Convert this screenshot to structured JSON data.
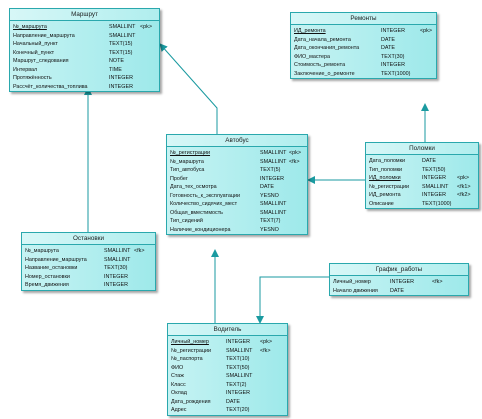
{
  "entities": [
    {
      "id": "route",
      "title": "Маршрут",
      "attrs": [
        {
          "name": "№_маршрута",
          "type": "SMALLINT",
          "key": "<pk>",
          "pk": true
        },
        {
          "name": "Направление_маршрута",
          "type": "SMALLINT",
          "key": ""
        },
        {
          "name": "Начальный_пункт",
          "type": "TEXT(15)",
          "key": ""
        },
        {
          "name": "Конечный_пункт",
          "type": "TEXT(15)",
          "key": ""
        },
        {
          "name": "Маршрут_следования",
          "type": "NOTE",
          "key": ""
        },
        {
          "name": "Интервал",
          "type": "TIME",
          "key": ""
        },
        {
          "name": "Протяжённость",
          "type": "INTEGER",
          "key": ""
        },
        {
          "name": "Рассчёт_количества_топлива",
          "type": "INTEGER",
          "key": ""
        }
      ]
    },
    {
      "id": "repairs",
      "title": "Ремонты",
      "attrs": [
        {
          "name": "ИД_ремонта",
          "type": "INTEGER",
          "key": "<pk>",
          "pk": true
        },
        {
          "name": "Дата_начала_ремонта",
          "type": "DATE",
          "key": ""
        },
        {
          "name": "Дата_окончания_ремонта",
          "type": "DATE",
          "key": ""
        },
        {
          "name": "ФИО_мастера",
          "type": "TEXT(30)",
          "key": ""
        },
        {
          "name": "Стоимость_ремонта",
          "type": "INTEGER",
          "key": ""
        },
        {
          "name": "Заключение_о_ремонте",
          "type": "TEXT(1000)",
          "key": ""
        }
      ]
    },
    {
      "id": "bus",
      "title": "Автобус",
      "attrs": [
        {
          "name": "№_регистрации",
          "type": "SMALLINT",
          "key": "<pk>",
          "pk": true
        },
        {
          "name": "№_маршрута",
          "type": "SMALLINT",
          "key": "<fk>"
        },
        {
          "name": "Тип_автобуса",
          "type": "TEXT(5)",
          "key": ""
        },
        {
          "name": "Пробег",
          "type": "INTEGER",
          "key": ""
        },
        {
          "name": "Дата_тех_осмотра",
          "type": "DATE",
          "key": ""
        },
        {
          "name": "Готовность_к_эксплуатации",
          "type": "YESNO",
          "key": ""
        },
        {
          "name": "Количество_сидячих_мест",
          "type": "SMALLINT",
          "key": ""
        },
        {
          "name": "Общая_вместимость",
          "type": "SMALLINT",
          "key": ""
        },
        {
          "name": "Тип_сидений",
          "type": "TEXT(7)",
          "key": ""
        },
        {
          "name": "Наличие_кондиционера",
          "type": "YESNO",
          "key": ""
        }
      ]
    },
    {
      "id": "breakdowns",
      "title": "Поломки",
      "attrs": [
        {
          "name": "Дата_поломки",
          "type": "DATE",
          "key": ""
        },
        {
          "name": "Тип_поломки",
          "type": "TEXT(50)",
          "key": ""
        },
        {
          "name": "ИД_поломки",
          "type": "INTEGER",
          "key": "<pk>",
          "pk": true
        },
        {
          "name": "№_регистрации",
          "type": "SMALLINT",
          "key": "<fk1>"
        },
        {
          "name": "ИД_ремонта",
          "type": "INTEGER",
          "key": "<fk2>"
        },
        {
          "name": "Описание",
          "type": "TEXT(1000)",
          "key": ""
        }
      ]
    },
    {
      "id": "stops",
      "title": "Остановки",
      "attrs": [
        {
          "name": "№_маршрута",
          "type": "SMALLINT",
          "key": "<fk>"
        },
        {
          "name": "Направление_маршрута",
          "type": "SMALLINT",
          "key": ""
        },
        {
          "name": "Название_остановки",
          "type": "TEXT(30)",
          "key": ""
        },
        {
          "name": "Номер_остановки",
          "type": "INTEGER",
          "key": ""
        },
        {
          "name": "Время_движения",
          "type": "INTEGER",
          "key": ""
        }
      ]
    },
    {
      "id": "schedule",
      "title": "График_работы",
      "attrs": [
        {
          "name": "Личный_номер",
          "type": "INTEGER",
          "key": "<fk>"
        },
        {
          "name": "Начало движения",
          "type": "DATE",
          "key": ""
        }
      ]
    },
    {
      "id": "driver",
      "title": "Водитель",
      "attrs": [
        {
          "name": "Личный_номер",
          "type": "INTEGER",
          "key": "<pk>",
          "pk": true
        },
        {
          "name": "№_регистрации",
          "type": "SMALLINT",
          "key": "<fk>"
        },
        {
          "name": "№_паспорта",
          "type": "TEXT(10)",
          "key": ""
        },
        {
          "name": "ФИО",
          "type": "TEXT(50)",
          "key": ""
        },
        {
          "name": "Стаж",
          "type": "SMALLINT",
          "key": ""
        },
        {
          "name": "Класс",
          "type": "TEXT(2)",
          "key": ""
        },
        {
          "name": "Оклад",
          "type": "INTEGER",
          "key": ""
        },
        {
          "name": "Дата_рождения",
          "type": "DATE",
          "key": ""
        },
        {
          "name": "Адрес",
          "type": "TEXT(20)",
          "key": ""
        }
      ]
    }
  ],
  "relationships": [
    {
      "from": "bus",
      "to": "route"
    },
    {
      "from": "stops",
      "to": "route"
    },
    {
      "from": "breakdowns",
      "to": "repairs"
    },
    {
      "from": "breakdowns",
      "to": "bus"
    },
    {
      "from": "driver",
      "to": "bus"
    },
    {
      "from": "schedule",
      "to": "driver"
    }
  ],
  "colors": {
    "entity_fill": "#9ee9ea",
    "entity_border": "#2aa8ad",
    "link": "#1a9aa0"
  }
}
